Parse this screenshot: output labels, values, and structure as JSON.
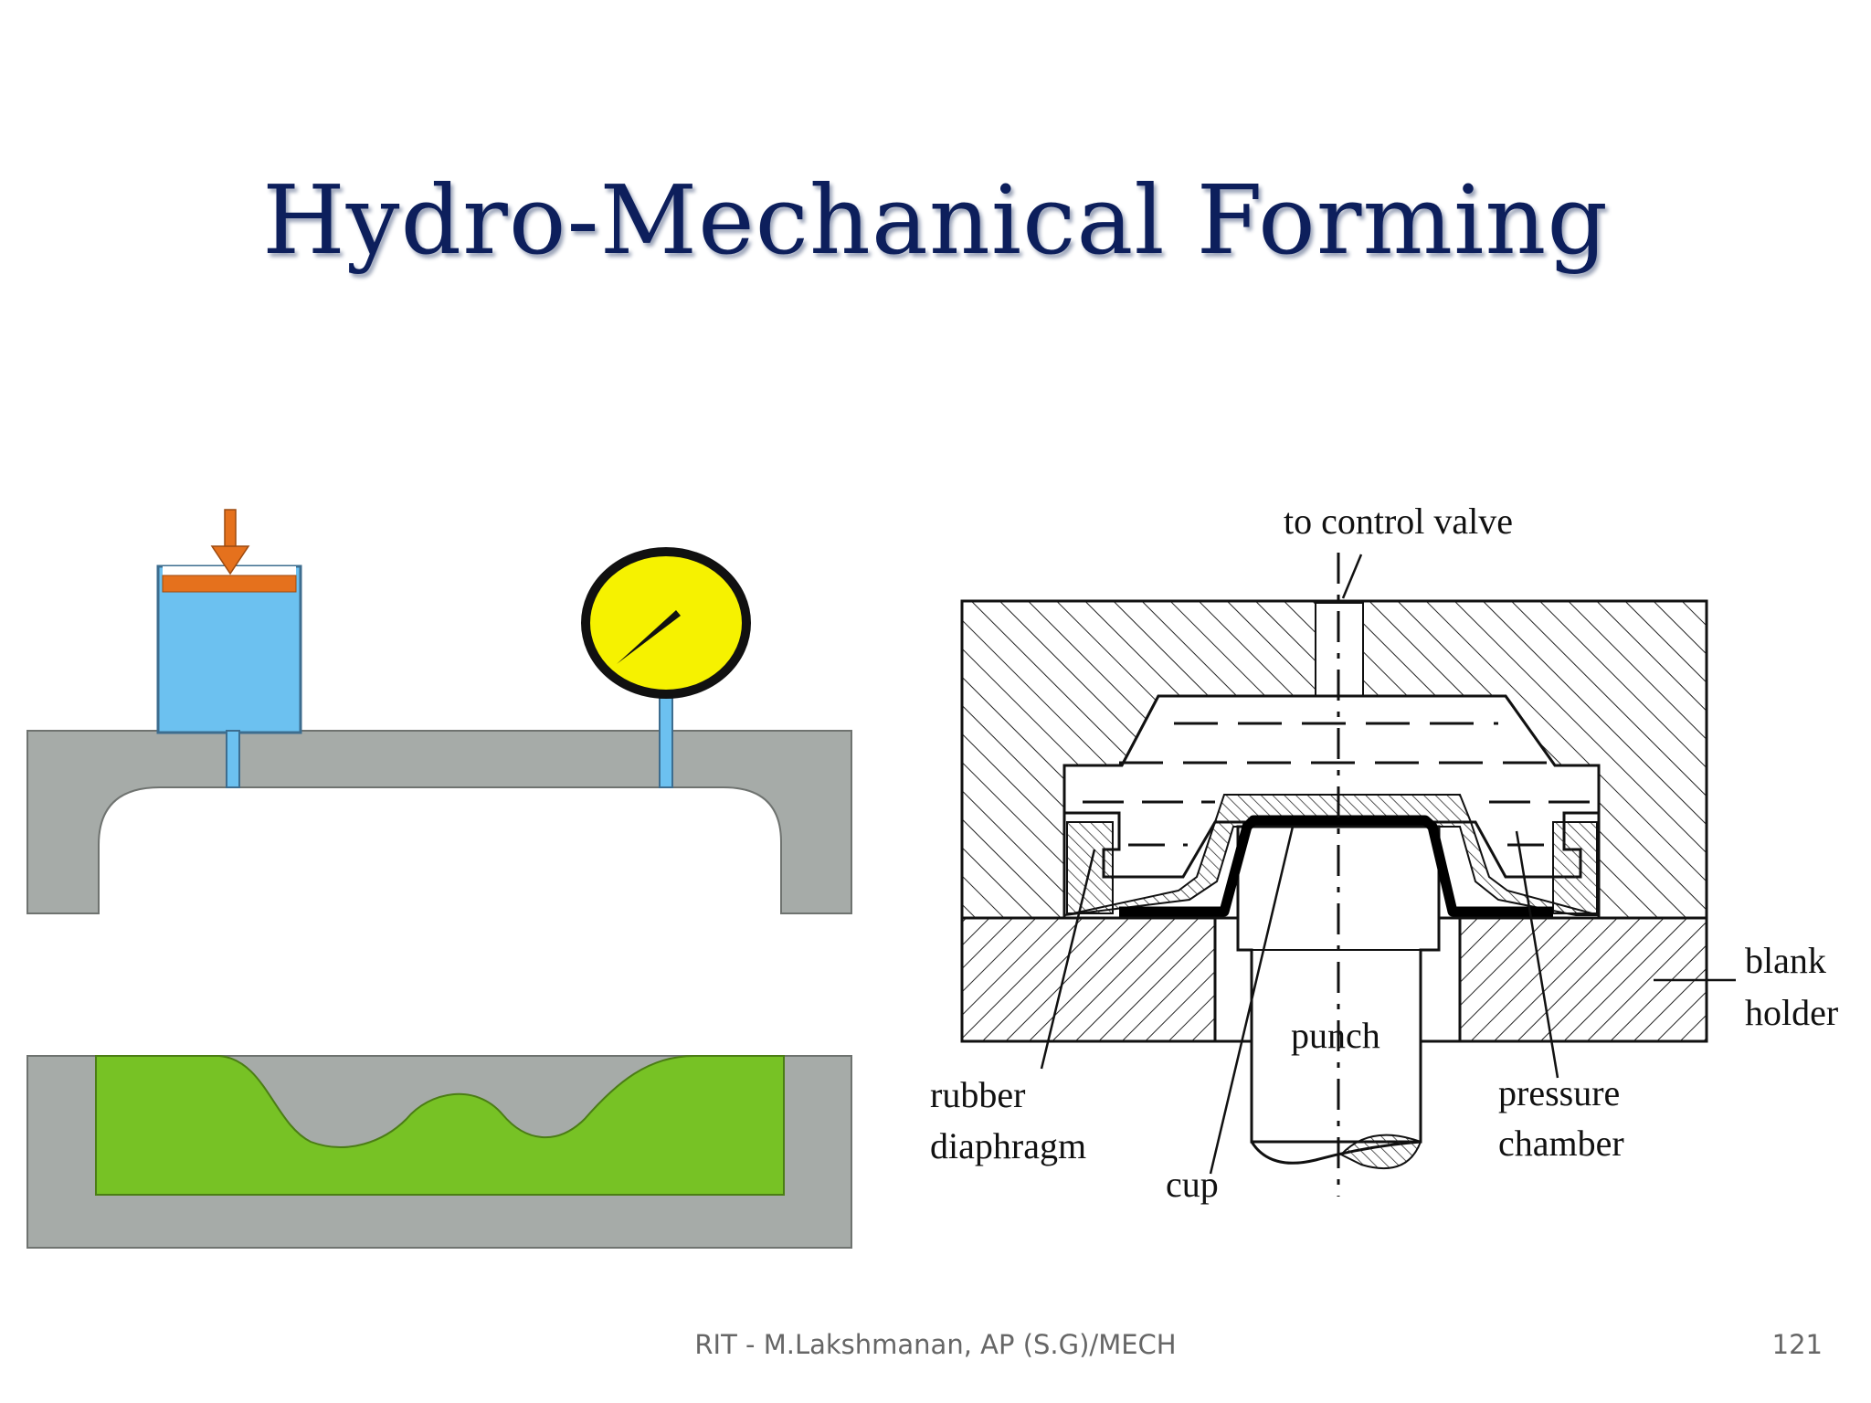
{
  "slide": {
    "title": "Hydro-Mechanical Forming",
    "footer": "RIT - M.Lakshmanan, AP (S.G)/MECH",
    "page_number": "121"
  },
  "diagram": {
    "labels": {
      "control_valve": "to control valve",
      "blank_holder_1": "blank",
      "blank_holder_2": "holder",
      "punch": "punch",
      "rubber_1": "rubber",
      "rubber_2": "diaphragm",
      "pressure_1": "pressure",
      "pressure_2": "chamber",
      "cup": "cup"
    }
  },
  "colors": {
    "title": "#0d1f5c",
    "die_gray": "#a6aba8",
    "fluid_blue": "#6cc1f0",
    "ram_orange": "#e5711d",
    "gauge_yellow": "#f6f200",
    "blank_green": "#77c225"
  },
  "icons": {
    "force_arrow": "arrow-down-icon",
    "pressure_gauge": "pressure-gauge-icon"
  }
}
